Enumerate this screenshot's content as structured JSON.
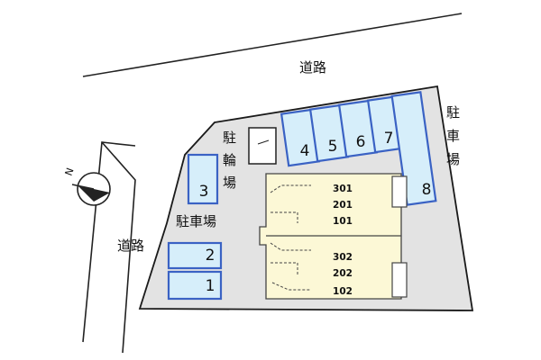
{
  "labels": {
    "road_top": "道路",
    "road_left": "道路",
    "parking_right": "駐\n車\n場",
    "parking_left": "駐車場",
    "bicycle": "駐\n輪\n場",
    "north": "N"
  },
  "parking_spaces": [
    "1",
    "2",
    "3",
    "4",
    "5",
    "6",
    "7",
    "8"
  ],
  "building": {
    "rooms_top": [
      "301",
      "201",
      "101"
    ],
    "rooms_bottom": [
      "302",
      "202",
      "102"
    ]
  },
  "colors": {
    "lot": "#e3e3e3",
    "space_fill": "#d6eefa",
    "space_border": "#3a62c4",
    "building": "#fcf8d6"
  }
}
